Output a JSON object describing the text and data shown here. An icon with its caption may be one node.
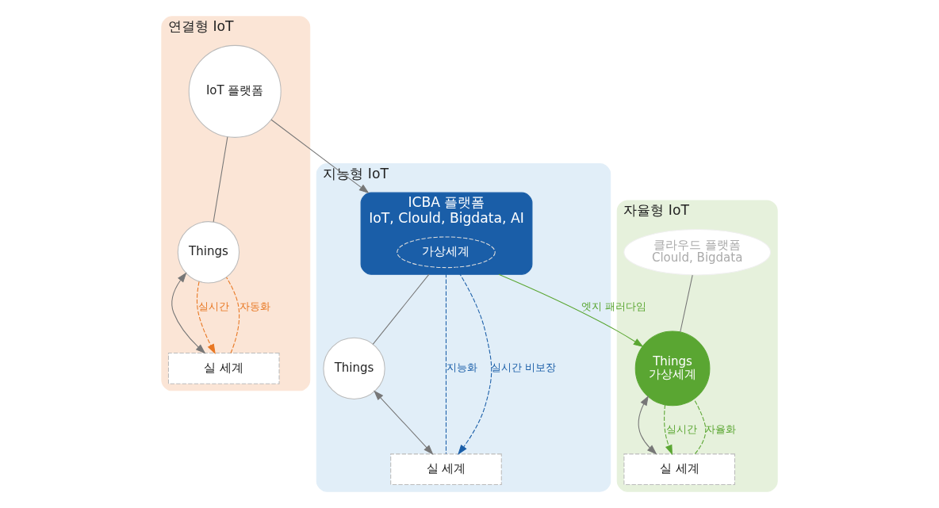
{
  "diagram": {
    "nodes": [
      {
        "text": [
          "연결형 IoT"
        ]
      },
      {
        "text": [
          "IoT 플랫폼"
        ],
        "in": 0
      },
      {
        "text": [
          "Things"
        ],
        "in": 0
      },
      {
        "text": [
          "실 세계"
        ],
        "in": 0
      },
      {
        "text": [
          "지능형 IoT"
        ]
      },
      {
        "text": [
          "ICBA 플랫폼",
          "IoT, Clould, Bigdata, AI"
        ],
        "in": 4
      },
      {
        "text": [
          "가상세계"
        ],
        "in": 5
      },
      {
        "text": [
          "Things"
        ],
        "in": 4
      },
      {
        "text": [
          "실 세계"
        ],
        "in": 4
      },
      {
        "text": [
          "자율형 IoT"
        ]
      },
      {
        "text": [
          "클라우드 플랫폼",
          "Clould, Bigdata"
        ],
        "in": 9
      },
      {
        "text": [
          "Things",
          "가상세계"
        ],
        "in": 9
      },
      {
        "text": [
          "실 세계"
        ],
        "in": 9
      }
    ],
    "edges": [
      {
        "from": 1,
        "to": 2,
        "arrow": "none"
      },
      {
        "from": 2,
        "to": 3,
        "arrow": "both"
      },
      {
        "from": 3,
        "to": 2,
        "arrow": "none",
        "label": "자동화",
        "style": "dashed",
        "color": "#e87722"
      },
      {
        "from": 2,
        "to": 3,
        "arrow": "to",
        "label": "실시간",
        "style": "dashed",
        "color": "#e87722"
      },
      {
        "from": 1,
        "to": 5,
        "arrow": "to"
      },
      {
        "from": 5,
        "to": 7,
        "arrow": "none"
      },
      {
        "from": 7,
        "to": 8,
        "arrow": "both"
      },
      {
        "from": 6,
        "to": 8,
        "arrow": "none",
        "label": "지능화",
        "style": "dashed",
        "color": "#1a5ea8"
      },
      {
        "from": 6,
        "to": 8,
        "arrow": "to",
        "label": "실시간 비보장",
        "style": "dashed",
        "color": "#1a5ea8"
      },
      {
        "from": 5,
        "to": 11,
        "arrow": "to",
        "label": "엣지 패러다임",
        "color": "#5aa632"
      },
      {
        "from": 10,
        "to": 11,
        "arrow": "none"
      },
      {
        "from": 11,
        "to": 12,
        "arrow": "both"
      },
      {
        "from": 12,
        "to": 11,
        "arrow": "none",
        "label": "자율화",
        "style": "dashed",
        "color": "#5aa632"
      },
      {
        "from": 11,
        "to": 12,
        "arrow": "to",
        "label": "실시간",
        "style": "dashed",
        "color": "#5aa632"
      }
    ]
  }
}
